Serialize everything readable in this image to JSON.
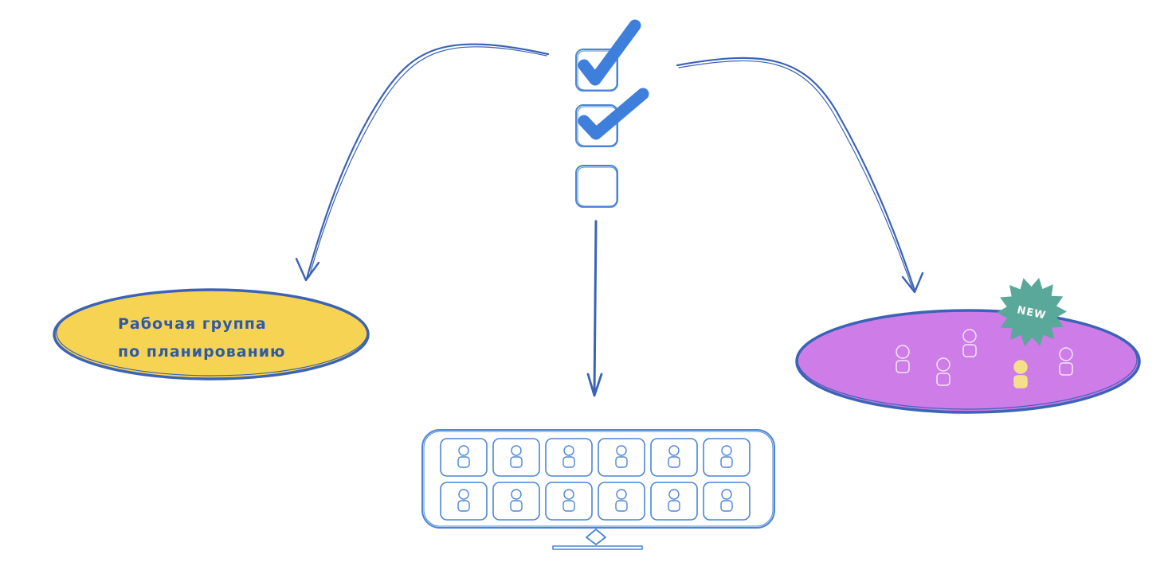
{
  "planning_group": {
    "line1": "Рабочая группа",
    "line2": "по планированию"
  },
  "badge": {
    "text": "NEW"
  },
  "checklist": {
    "items": [
      {
        "checked": true
      },
      {
        "checked": true
      },
      {
        "checked": false
      }
    ]
  },
  "colors": {
    "ink": "#3b63b6",
    "planning_oval": "#f7d354",
    "purple_oval": "#cd7ce8",
    "badge": "#5aa89a",
    "highlight_person": "#f6df8a",
    "check": "#3f7fdc"
  }
}
